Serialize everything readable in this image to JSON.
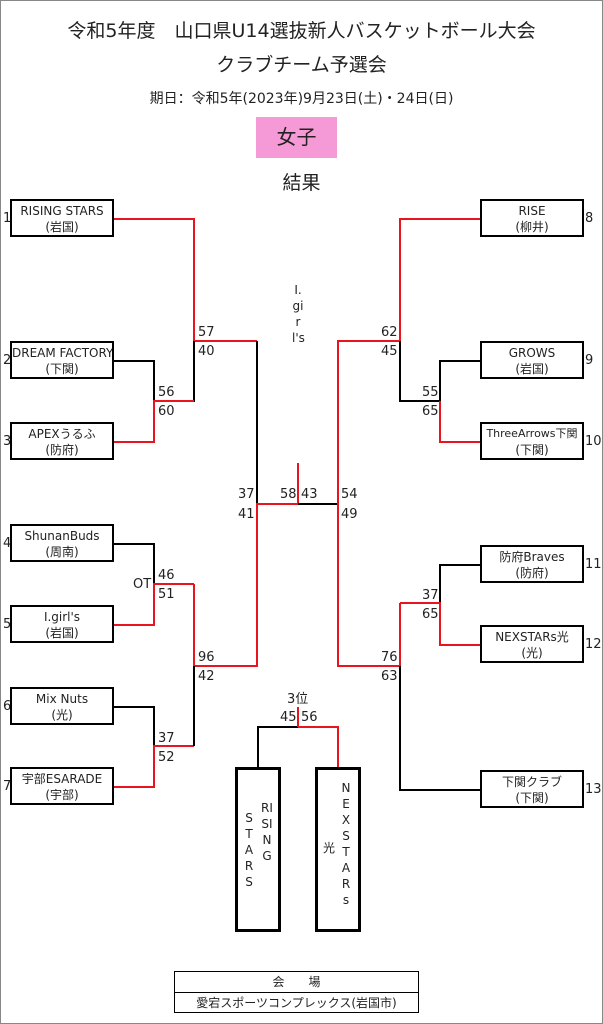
{
  "header": {
    "title_line1": "令和5年度　山口県U14選抜新人バスケットボール大会",
    "title_line2": "クラブチーム予選会",
    "dates": "期日：令和5年(2023年)9月23日(土)・24日(日)",
    "category": "女子",
    "result_label": "結果"
  },
  "teams": [
    {
      "seed": "1",
      "name": "RISING STARS",
      "place": "(岩国)"
    },
    {
      "seed": "2",
      "name": "DREAM FACTORY",
      "place": "(下関)"
    },
    {
      "seed": "3",
      "name": "APEXうるふ",
      "place": "(防府)"
    },
    {
      "seed": "4",
      "name": "ShunanBuds",
      "place": "(周南)"
    },
    {
      "seed": "5",
      "name": "I.girl's",
      "place": "(岩国)"
    },
    {
      "seed": "6",
      "name": "Mix Nuts",
      "place": "(光)"
    },
    {
      "seed": "7",
      "name": "宇部ESARADE",
      "place": "(宇部)"
    },
    {
      "seed": "8",
      "name": "RISE",
      "place": "(柳井)"
    },
    {
      "seed": "9",
      "name": "GROWS",
      "place": "(岩国)"
    },
    {
      "seed": "10",
      "name": "ThreeArrows下関",
      "place": "(下関)"
    },
    {
      "seed": "11",
      "name": "防府Braves",
      "place": "(防府)"
    },
    {
      "seed": "12",
      "name": "NEXSTARs光",
      "place": "(光)"
    },
    {
      "seed": "13",
      "name": "下関クラブ",
      "place": "(下関)"
    }
  ],
  "scores": {
    "m1_top": "57",
    "m1_bot": "40",
    "m2_top": "56",
    "m2_bot": "60",
    "m3_ot": "OT",
    "m3_top": "46",
    "m3_bot": "51",
    "m4_top": "37",
    "m4_bot": "52",
    "m5_top": "96",
    "m5_bot": "42",
    "m6_top": "37",
    "m6_bot": "41",
    "r1_top": "62",
    "r1_bot": "45",
    "r2_top": "55",
    "r2_bot": "65",
    "r3_top": "37",
    "r3_bot": "65",
    "r4_top": "76",
    "r4_bot": "63",
    "r5_top": "54",
    "r5_bot": "49",
    "final_left": "58",
    "final_right": "43",
    "third_left": "45",
    "third_right": "56"
  },
  "champion": "I.girl's",
  "third_place": {
    "label": "3位",
    "left_team_line1": "RISING",
    "left_team_line2": "STARS",
    "right_team_line1": "NEXSTARs",
    "right_team_line2": "光"
  },
  "venue": {
    "label": "会　　場",
    "name": "愛宕スポーツコンプレックス(岩国市)"
  },
  "colors": {
    "winner_line": "#e8141e",
    "loser_line": "#000000",
    "category_bg": "#f59ad6"
  }
}
